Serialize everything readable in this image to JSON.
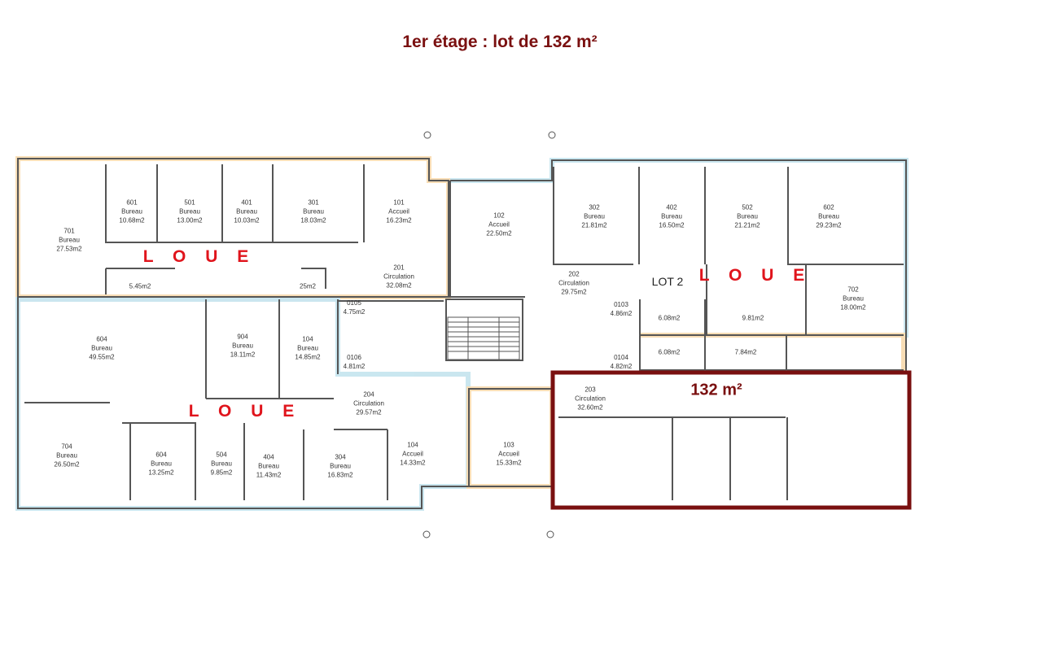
{
  "title": "1er étage : lot de 132 m²",
  "colors": {
    "title": "#7a1010",
    "loue": "#e0141c",
    "lot_outline": "#7a1010",
    "wall": "#555555",
    "tint_orange": "#f3c27a",
    "tint_blue": "#9fd3e3"
  },
  "rented_label": "L O U E",
  "lot2_label": "LOT 2",
  "lot_area_label": "132 m²",
  "rooms": [
    {
      "num": "701",
      "type": "Bureau",
      "area": "27.53m2"
    },
    {
      "num": "601",
      "type": "Bureau",
      "area": "10.68m2"
    },
    {
      "num": "501",
      "type": "Bureau",
      "area": "13.00m2"
    },
    {
      "num": "401",
      "type": "Bureau",
      "area": "10.03m2"
    },
    {
      "num": "301",
      "type": "Bureau",
      "area": "18.03m2"
    },
    {
      "num": "101",
      "type": "Accueil",
      "area": "16.23m2"
    },
    {
      "num": "",
      "type": "",
      "area": "5.45m2"
    },
    {
      "num": "",
      "type": "",
      "area": "25m2"
    },
    {
      "num": "201",
      "type": "Circulation",
      "area": "32.08m2"
    },
    {
      "num": "102",
      "type": "Accueil",
      "area": "22.50m2"
    },
    {
      "num": "302",
      "type": "Bureau",
      "area": "21.81m2"
    },
    {
      "num": "402",
      "type": "Bureau",
      "area": "16.50m2"
    },
    {
      "num": "502",
      "type": "Bureau",
      "area": "21.21m2"
    },
    {
      "num": "602",
      "type": "Bureau",
      "area": "29.23m2"
    },
    {
      "num": "202",
      "type": "Circulation",
      "area": "29.75m2"
    },
    {
      "num": "702",
      "type": "Bureau",
      "area": "18.00m2"
    },
    {
      "num": "",
      "type": "",
      "area": "6.08m2"
    },
    {
      "num": "",
      "type": "",
      "area": "9.81m2"
    },
    {
      "num": "",
      "type": "",
      "area": "6.08m2"
    },
    {
      "num": "",
      "type": "",
      "area": "7.84m2"
    },
    {
      "num": "0103",
      "type": "",
      "area": "4.86m2"
    },
    {
      "num": "0104",
      "type": "",
      "area": "4.82m2"
    },
    {
      "num": "0105",
      "type": "",
      "area": "4.75m2"
    },
    {
      "num": "0106",
      "type": "",
      "area": "4.81m2"
    },
    {
      "num": "604",
      "type": "Bureau",
      "area": "49.55m2"
    },
    {
      "num": "904",
      "type": "Bureau",
      "area": "18.11m2"
    },
    {
      "num": "104",
      "type": "Bureau",
      "area": "14.85m2"
    },
    {
      "num": "204",
      "type": "Circulation",
      "area": "29.57m2"
    },
    {
      "num": "704",
      "type": "Bureau",
      "area": "26.50m2"
    },
    {
      "num": "604",
      "type": "Bureau",
      "area": "13.25m2"
    },
    {
      "num": "504",
      "type": "Bureau",
      "area": "9.85m2"
    },
    {
      "num": "404",
      "type": "Bureau",
      "area": "11.43m2"
    },
    {
      "num": "304",
      "type": "Bureau",
      "area": "16.83m2"
    },
    {
      "num": "104",
      "type": "Accueil",
      "area": "14.33m2"
    },
    {
      "num": "103",
      "type": "Accueil",
      "area": "15.33m2"
    },
    {
      "num": "203",
      "type": "Circulation",
      "area": "32.60m2"
    }
  ]
}
